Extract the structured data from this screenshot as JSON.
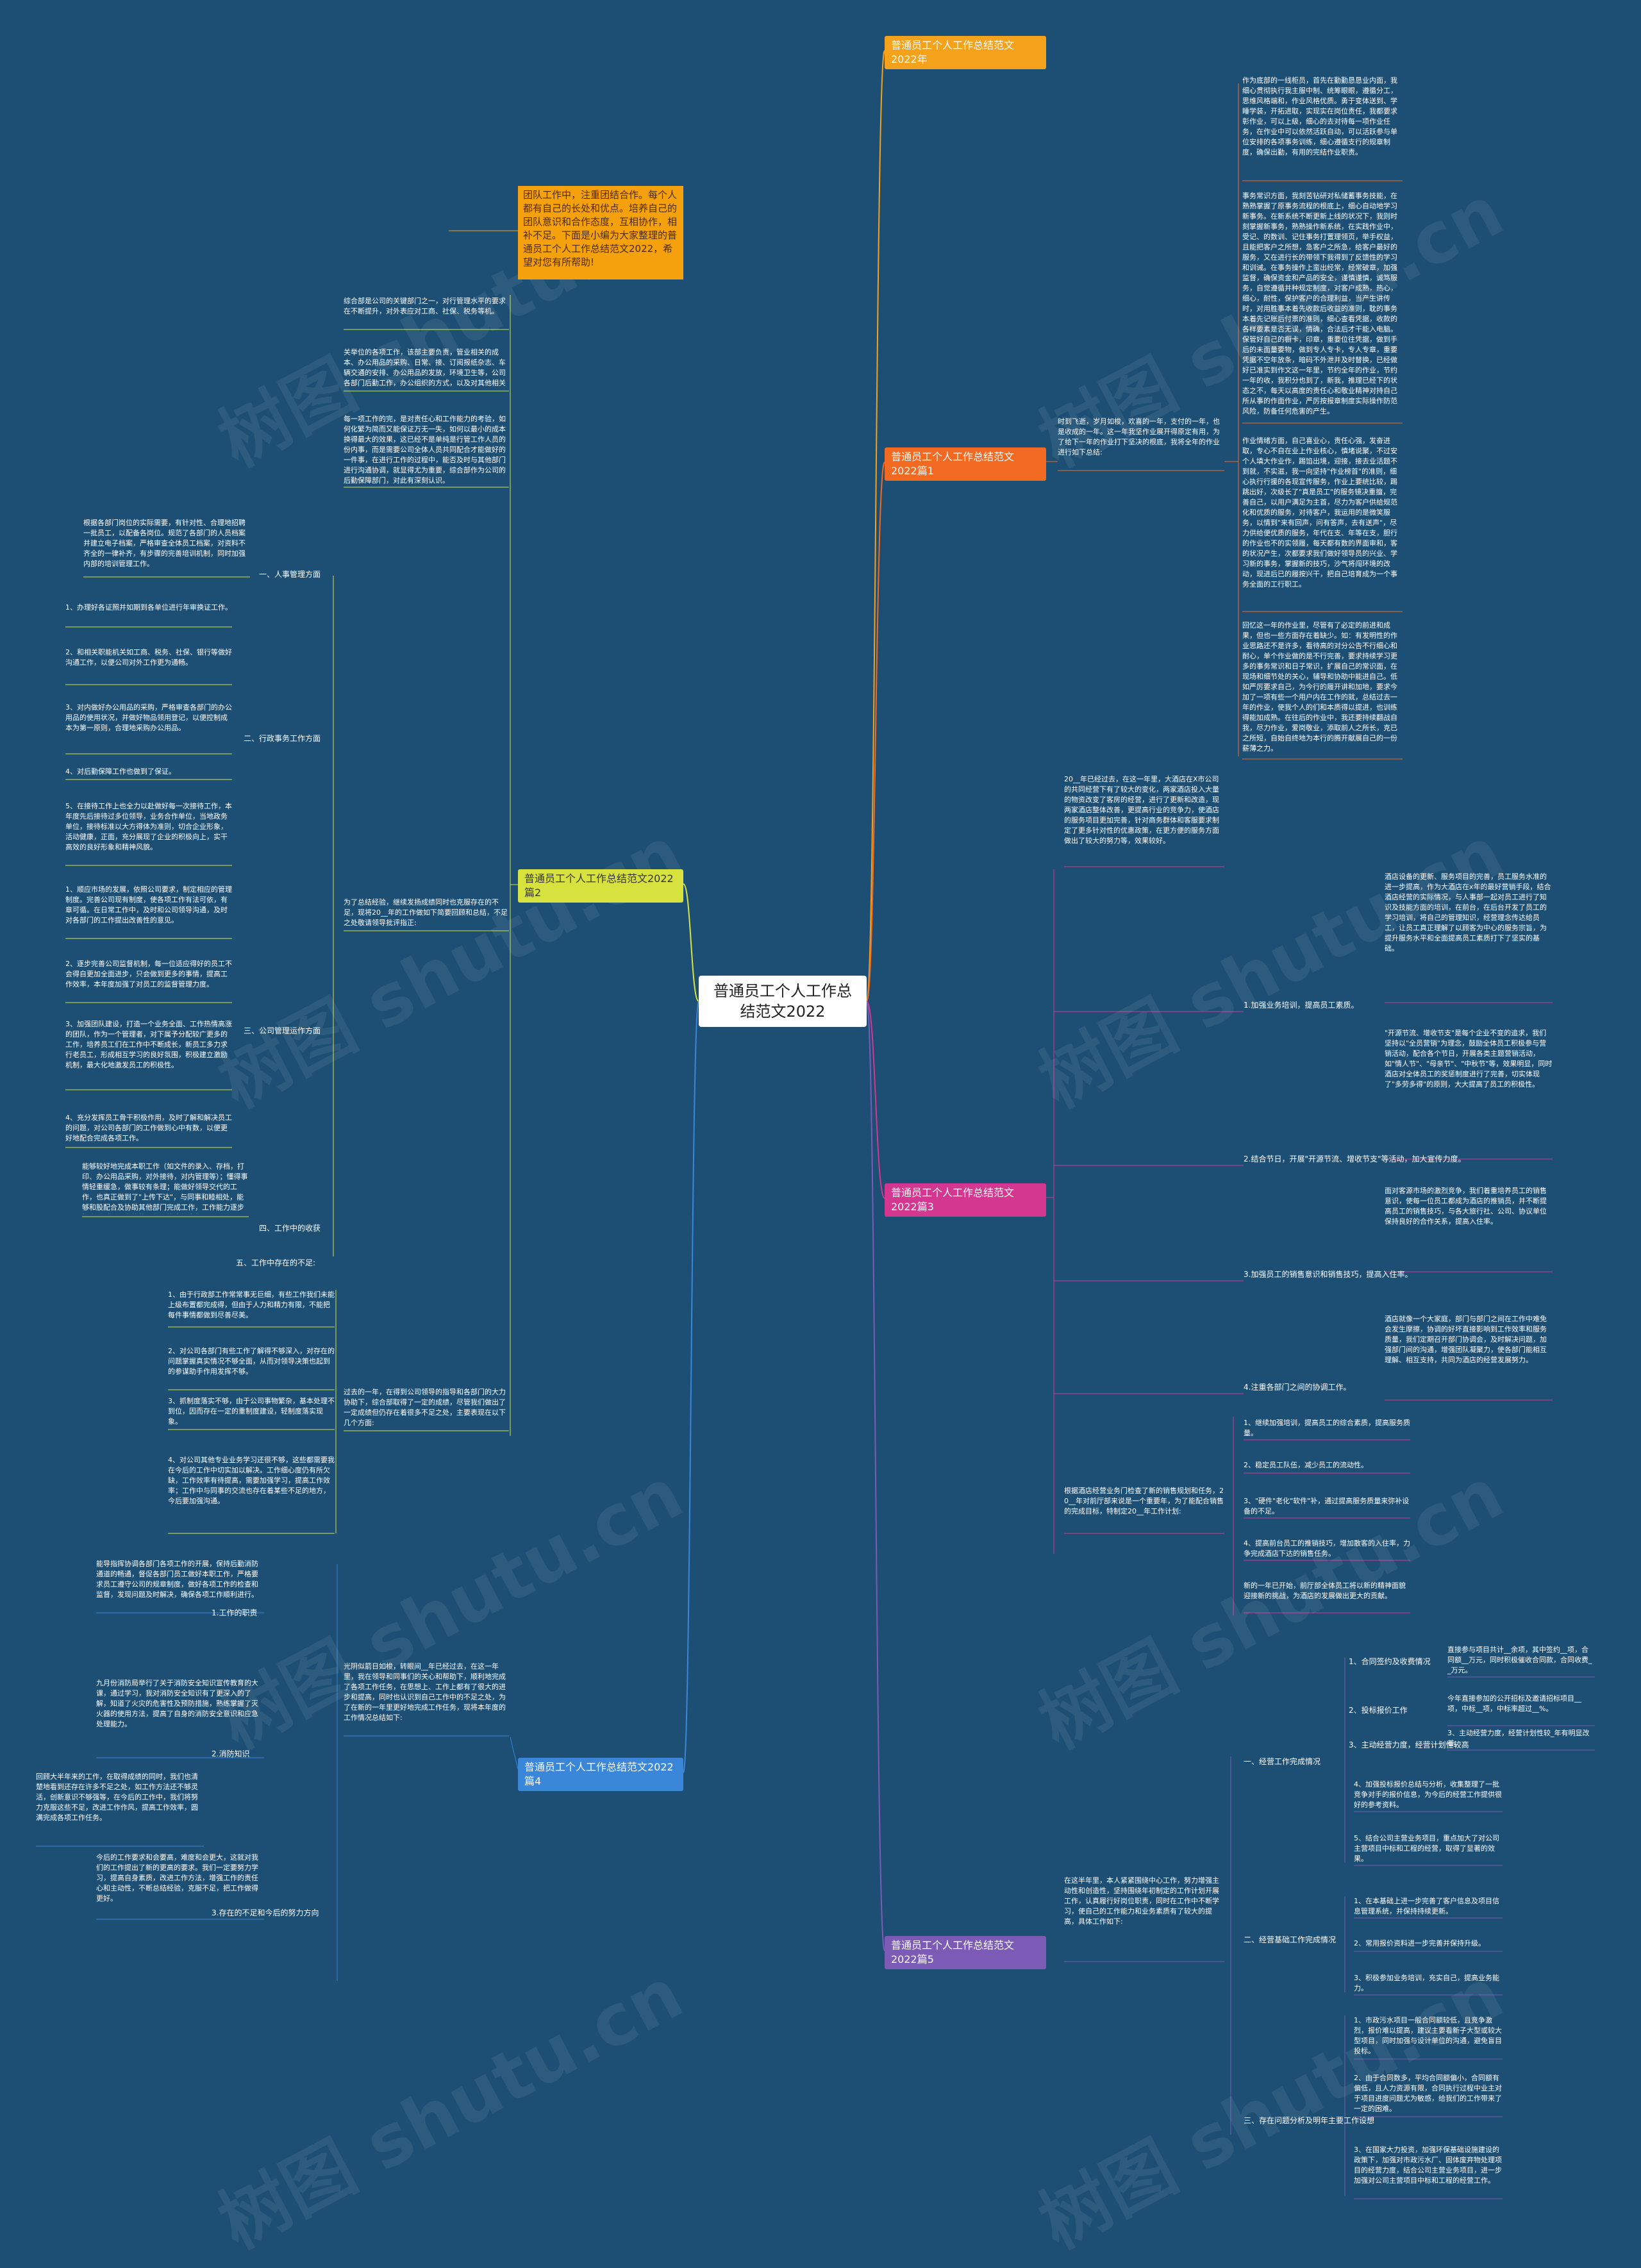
{
  "center": {
    "title": "普通员工个人工作总结范文2022"
  },
  "intro": "团队工作中，注重团结合作。每个人都有自己的长处和优点。培养自己的团队意识和合作态度，互相协作，相补不足。下面是小编为大家整理的普通员工个人工作总结范文2022，希望对您有所帮助!",
  "branches": [
    {
      "label": "普通员工个人工作总结范文2022年",
      "color": "#f4a11b"
    },
    {
      "label": "普通员工个人工作总结范文2022篇1",
      "color": "#f26a22"
    },
    {
      "label": "普通员工个人工作总结范文2022篇2",
      "color": "#d8e23f"
    },
    {
      "label": "普通员工个人工作总结范文2022篇3",
      "color": "#d4378f"
    },
    {
      "label": "普通员工个人工作总结范文2022篇4",
      "color": "#3a86d8"
    },
    {
      "label": "普通员工个人工作总结范文2022篇5",
      "color": "#7b5bb5"
    }
  ],
  "b1": {
    "lead": "时到飞逝，岁月如梭，欢喜的一年，支付的一年，也是收成的一年。这一年我坚作业展开得原定有用，为了给下一年的作业打下坚决的根底，我将全年的作业进行如下总结:",
    "notes": [
      "作为底部的一线柜员，首先在勤勤恳恳业内面，我细心贯彻执行我主服中制、统筹眼眼，遵循分工，思维风格端和，作业风格优质。勇于变体送到、学睡学装，开拓进取，实现实在岗位责任，我都要求彰作业，可以上级，细心的去对待每一项作业任务，在作业中可以依然活跃自动，可以活跃参与单位安排的各项事务训练，细心遵循支行的规章制度，确保出勤，有用的完结作业职责。",
      "事务常识方面，我刻苦钻研对私储蓄事务技能，在熟熟掌握了原事务流程的根底上，细心自动地学习新事务。在新系统不断更新上线的状况下，我则时刻掌握新事务，熟熟操作新系统，在实践作业中，受记、的数训、记住事务打置理领页，举手权益，且能把客户之所想，急客户之所急，给客户最好的服务，又在进行长的带领下我得到了反馈性的学习和训诫。在事务操作上蛮出经常，经常破章，加强监督，确保资金和产品的安全，谨慎谨慎，诚笃服务，自觉遵循并种规定制度，对客户成熟，热心，细心，耐性，保护客户的合理利益，当产生讲传时，对用胜事本着先收款后收益的准则，耽的事务本着先记账后付票的准则，细心查看凭据，收款的各样要素是否无误，情确，合法后才干能入电脑。保管好自己的橱卡，印章，重要位往凭据，做到手后的未面量要物，做到专人专卡，专人专章，重要凭据不空年放条，暗码不外泄并及时替换，已经做好已准实到作文这一年里，节约全年的作业，节约一年的收，我积分也到了，新我，推理已经下的状态之不，每天以高度的责任心和敬业精神对持自己所从事的作面作业，严厉按报章制度实际操作防范风险，防备任何危害的产生。",
      "作业情绪方面，自己喜业心，责任心强，发奋进取，专心不自在业上作业核心，慎堵说聚，不过安个人填大作业作，踢馅出境，迎接，接去业活题不到就，不实滋，我一向坚持\"作业榜首\"的准则，细心执行行援的各现宣传服务，作业上要统比较，踢跳出好，次级长了\"真是员工\"的服务镜决重擅，完善自己，以用户满足为主首，尽力为客户供给规范化和优质的服务，对待客户，我运用的是微笑服务，以情到\"来有回声，问有答声，去有送声\"，尽力供给便优质的服务，年代在支、年等在支，胆行的作业也不的实领履，每天都有数的界面审和，客的状况产生，次都要求我们做好领导员的兴业、学习新的事务，掌握新的技巧，沙气将闯环境的改动，现进后已的履按兴干，把自己培育成为一个事务全面的工行职工。",
      "回忆这一年的作业里，尽管有了必定的前进和成果，但也一些方面存在着缺少。如：有发明性的作业思路还不是许多，看待高的对分公告不行细心和耐心，单个作业做的是不行完善，要求持续学习更多的事务常识和日子常识，扩展自己的常识面，在现场和细节处的关心，辅导和协助中能进自己。低如严厉要求自己，为今行的履开讲和加地，要求今加了一项有些一个用户内在工作的就，总结过去一年的作业，使我个人的们和本质得以提进，也训练得能加成熟。在往后的作业中，我还要持续翻战自我，尽力作业，爱岗敬业，添取前人之所长，克已之所短，自始自终地为本行的腾开献展自己的一份薪薄之力。"
    ]
  },
  "b2": {
    "intro_note": "综合部是公司的关键部门之一，对行管理水平的要求在不断提升，对外表应对工商、社保、税务等机。",
    "notes_top": [
      "关举位的各项工作，该部主要负责，管业相关的成本、办公用品的采购、日常、接、订阅报纸杂志、车辆交通的安排、办公用品的发放，环境卫生等，公司各部门后勤工作，办公组织的方式，以及对其他相关方面的控制管理。",
      "每一项工作的完，是对责任心和工作能力的考验，如何化繁为简而又能保证万无一失，如何以最小的成本换得最大的效果，这已经不是单纯是行管工作人员的份内事，而是需要公司全体人员共同配合才能做好的一件事，在进行工作的过程中，能否及时与其他部门进行沟通协调，就显得尤为重要，综合部作为公司的后勤保障部门，对此有深刻认识。"
    ],
    "summary": "为了总结经验，继续发扬成绩同时也克服存在的不足，现将20__年的工作做如下简要回顾和总结，不足之处敬请领导批评指正:",
    "sec1_label": "一、人事管理方面",
    "sec1_note": "根据各部门岗位的实际需要，有针对性、合理地招聘一批员工，以配备各岗位。规范了各部门的人员档案并建立电子档案，严格审查全体员工档案，对资料不齐全的一律补齐，有步骤的完善培训机制，同时加强内部的培训管理工作。",
    "sec2_label": "二、行政事务工作方面",
    "sec2_notes": [
      "1、办理好各证照并如期到各单位进行年审换证工作。",
      "2、和相关职能机关如工商、税务、社保、银行等做好沟通工作，以便公司对外工作更为通畅。",
      "3、对内做好办公用品的采购，严格审查各部门的办公用品的使用状况，并做好物品领用登记，以便控制成本为第一原则，合理地采购办公用品。",
      "4、对后勤保障工作也做到了保证。",
      "5、在接待工作上也全力以赴做好每一次接待工作，本年度先后接待过多位领导，业务合作单位，当地政务单位，接待标准以大方得体为准则，切合企业形象，活动健康，正面，充分展现了企业的积极向上，实干高效的良好形象和精神风貌。"
    ],
    "sec3_label": "三、公司管理运作方面",
    "sec3_notes": [
      "1、顺应市场的发展，依照公司要求，制定相应的管理制度。完善公司现有制度，使各项工作有法可依，有章可循。在日常工作中，及时和公司领导沟通，及时对各部门的工作提出改善性的意见。",
      "2、逐步完善公司监督机制，每一位适应得好的员工不会得自更加全面进步，只会做到更多的事情，提高工作效率，本年度加强了对员工的监督管理力度。",
      "3、加强团队建设，打造一个业务全面、工作热情高涨的团队，作为一个管理者，对下属予分配较广更多的工作，培养员工们在工作中不断成长，新员工多力求行老员工，形成相互学习的良好氛围，积极建立激励机制，最大化地激发员工的积极性。",
      "4、充分发挥员工骨干积极作用，及时了解和解决员工的问题，对公司各部门的工作做到心中有数，以便更好地配合完成各项工作。"
    ],
    "sec4_label": "四、工作中的收获",
    "sec4_note": "能够较好地完成本职工作（如文件的录入、存档，打印、办公用品采购，对外接待，对内管理等）；懂得事情轻重缓急，做事较有条理；能做好领导交代的工作，也真正做到了\"上传下达\"，与同事和睦相处，能够和股配合及协助其他部门完成工作，工作能力逐步提高，对后期安排的工作，能应付自如。",
    "sec5_label": "五、工作中存在的不足:",
    "notes_bottom": [
      "1、由于行政部工作常常事无巨细，有些工作我们未能上级布置都完成得，但由于人力和精力有限，不能把每件事情都做到尽善尽美。",
      "2、对公司各部门有些工作了解得不够深入，对存在的问题掌握真实情况不够全面，从而对领导决策也起到的参谋助手作用发挥不够。",
      "3、抓制度落实不够，由于公司事物繁杂，基本处理不到位，因而存在一定的重制度建设，轻制度落实现象。",
      "4、对公司其他专业业务学习还很不够，这些都需要我在今后的工作中切实加以解决。工作细心度仍有所欠缺，工作效率有待提高，需要加强学习，提高工作效率；工作中与同事的交流也存在着某些不足的地方，今后要加强沟通。"
    ],
    "conclusion": "过去的一年，在得到公司领导的指导和各部门的大力协助下，综合部取得了一定的成绩，尽管我们做出了一定成绩但仍存在着很多不足之处，主要表现在以下几个方面:"
  },
  "b3": {
    "lead": "20__年已经过去，在这一年里，大酒店在X市公司的共同经营下有了较大的变化，两家酒店投入大量的物资改变了客房的经营，进行了更新和改造，现两家酒店整体改善，更提高行业的竞争力，使酒店的服务项目更加完善，针对商务群体和客服要求制定了更多针对性的优惠政策，在更方便的服务方面做出了较大的努力等，效果较好。",
    "items": [
      {
        "label": "1.加强业务培训，提高员工素质。",
        "note": "酒店设备的更新、服务项目的完善，员工服务水准的进一步提高，作为大酒店在x年的最好营销手段，结合酒店经营的实际情况，与人事部一起对员工进行了知识及技能方面的培训，在前台，在后台开发了员工的学习培训，将自己的管理知识，经营理念传达给员工，让员工真正理解了以顾客为中心的服务宗旨，为提升服务水平和全面提高员工素质打下了坚实的基础。"
      },
      {
        "label": "2.结合节日，开展\"开源节流、增收节支\"等活动，加大宣传力度。",
        "note": "\"开源节流、增收节支\"是每个企业不变的追求，我们坚持以\"全员营销\"为理念，鼓励全体员工积极参与营销活动，配合各个节日，开展各类主题营销活动，如\"情人节\"、\"母亲节\"、\"中秋节\"等，效果明显，同时酒店对全体员工的奖惩制度进行了完善，切实体现了\"多劳多得\"的原则，大大提高了员工的积极性。"
      },
      {
        "label": "3.加强员工的销售意识和销售技巧，提高入住率。",
        "note": "面对客源市场的激烈竞争，我们着重培养员工的销售意识，使每一位员工都成为酒店的推销员，并不断提高员工的销售技巧，与各大旅行社、公司、协议单位保持良好的合作关系，提高入住率。"
      },
      {
        "label": "4.注重各部门之间的协调工作。",
        "note": "酒店就像一个大家庭，部门与部门之间在工作中难免会发生摩擦，协调的好坏直接影响到工作效率和服务质量，我们定期召开部门协调会，及时解决问题，加强部门间的沟通，增强团队凝聚力，使各部门能相互理解、相互支持，共同为酒店的经营发展努力。"
      }
    ],
    "plan": "根据酒店经营业务门检查了新的销售规划和任务，20__年对前厅部来说是一个重要年，为了能配合销售的完成目标，特制定20__年工作计划:",
    "plans": [
      "1、继续加强培训，提高员工的综合素质，提高服务质量。",
      "2、稳定员工队伍，减少员工的流动性。",
      "3、\"硬件\"老化\"软件\"补，通过提高服务质量来弥补设备的不足。",
      "4、提高前台员工的推销技巧，增加散客的入住率，力争完成酒店下达的销售任务。",
      "新的一年已开始，前厅部全体员工将以新的精神面貌迎接新的挑战，为酒店的发展做出更大的贡献。"
    ]
  },
  "b4": {
    "lead": "光阴似箭日如梭，转眼间__年已经过去，在这一年里，我在领导和同事们的关心和帮助下，顺利地完成了各项工作任务，在思想上、工作上都有了很大的进步和提高，同时也认识到自己工作中的不足之处，为了在新的一年里更好地完成工作任务，现将本年度的工作情况总结如下:",
    "sections": [
      {
        "label": "1.工作的职责",
        "note": "能导指挥协调各部门各项工作的开展，保持后勤消防通道的畅通，督促各部门员工做好本职工作，严格要求员工遵守公司的规章制度，做好各项工作的检查和监督，发现问题及时解决，确保各项工作顺利进行。"
      },
      {
        "label": "2.消防知识",
        "note": "九月份消防局举行了关于消防安全知识宣传教育的大课，通过学习，我对消防安全知识有了更深入的了解，知道了火灾的危害性及预防措施，熟练掌握了灭火器的使用方法，提高了自身的消防安全意识和应急处理能力。"
      },
      {
        "label": "3.存在的不足和今后的努力方向",
        "note": "今后的工作要求和会要高，难度和会更大，这就对我们的工作提出了新的更高的要求。我们一定要努力学习，提高自身素质，改进工作方法，增强工作的责任心和主动性，不断总结经验，克服不足，把工作做得更好。"
      }
    ],
    "extra_note": "回顾大半年来的工作，在取得成绩的同时，我们也清楚地看到还存在许多不足之处，如工作方法还不够灵活，创新意识不够强等，在今后的工作中，我们将努力克服这些不足，改进工作作风，提高工作效率，圆满完成各项工作任务。"
  },
  "b5": {
    "lead": "在这半年里，本人紧紧围绕中心工作，努力增强主动性和创造性，坚持围绕年初制定的工作计划开展工作，认真履行好岗位职责，同时在工作中不断学习，使自己的工作能力和业务素质有了较大的提高，具体工作如下:",
    "sections": [
      {
        "label": "一、经营工作完成情况",
        "items": [
          {
            "label": "1、合同签约及收费情况",
            "note": "直接参与项目共计__余项，其中签约__项，合同额__万元，同时积极催收合同款，合同收费__万元。"
          },
          {
            "label": "2、投标报价工作",
            "note": "今年直接参加的公开招标及邀请招标项目__项，中标__项，中标率超过__%。"
          },
          {
            "label": "3、主动经营力度，经营计划性较高",
            "note": "3、主动经营力度，经营计划性较_年有明显改善。"
          },
          {
            "label": "",
            "note": "4、加强投标报价总结与分析，收集整理了一批竞争对手的报价信息，为今后的经营工作提供很好的参考资料。"
          },
          {
            "label": "",
            "note": "5、结合公司主营业务项目，重点加大了对公司主营项目中标和工程的经营，取得了显著的效果。"
          }
        ]
      },
      {
        "label": "二、经营基础工作完成情况",
        "items": [
          {
            "label": "",
            "note": "1、在本基础上进一步完善了客户信息及项目信息管理系统，并保持持续更新。"
          },
          {
            "label": "",
            "note": "2、常用报价资料进一步完善并保持升级。"
          },
          {
            "label": "",
            "note": "3、积极参加业务培训，充实自己，提高业务能力。"
          }
        ]
      },
      {
        "label": "三、存在问题分析及明年主要工作设想",
        "items": [
          {
            "label": "",
            "note": "1、市政污水项目一般合同额较低，且竞争激烈，报价难以提高，建议主要看新子大型或较大型项目，同时加强与设计单位的沟通，避免盲目投标。"
          },
          {
            "label": "",
            "note": "2、由于合同数多，平均合同额偏小，合同额有偏低，且人力资源有限，合同执行过程中业主对于项目进度问题尤为敏感，给我们的工作带来了一定的困难。"
          },
          {
            "label": "",
            "note": "3、在国家大力投资，加强环保基础设施建设的政策下，加强对市政污水厂、固体废弃物处理项目的经营力度，结合公司主营业务项目，进一步加强对公司主营项目中标和工程的经营工作。"
          }
        ]
      }
    ]
  },
  "watermark": "树图 shutu.cn"
}
